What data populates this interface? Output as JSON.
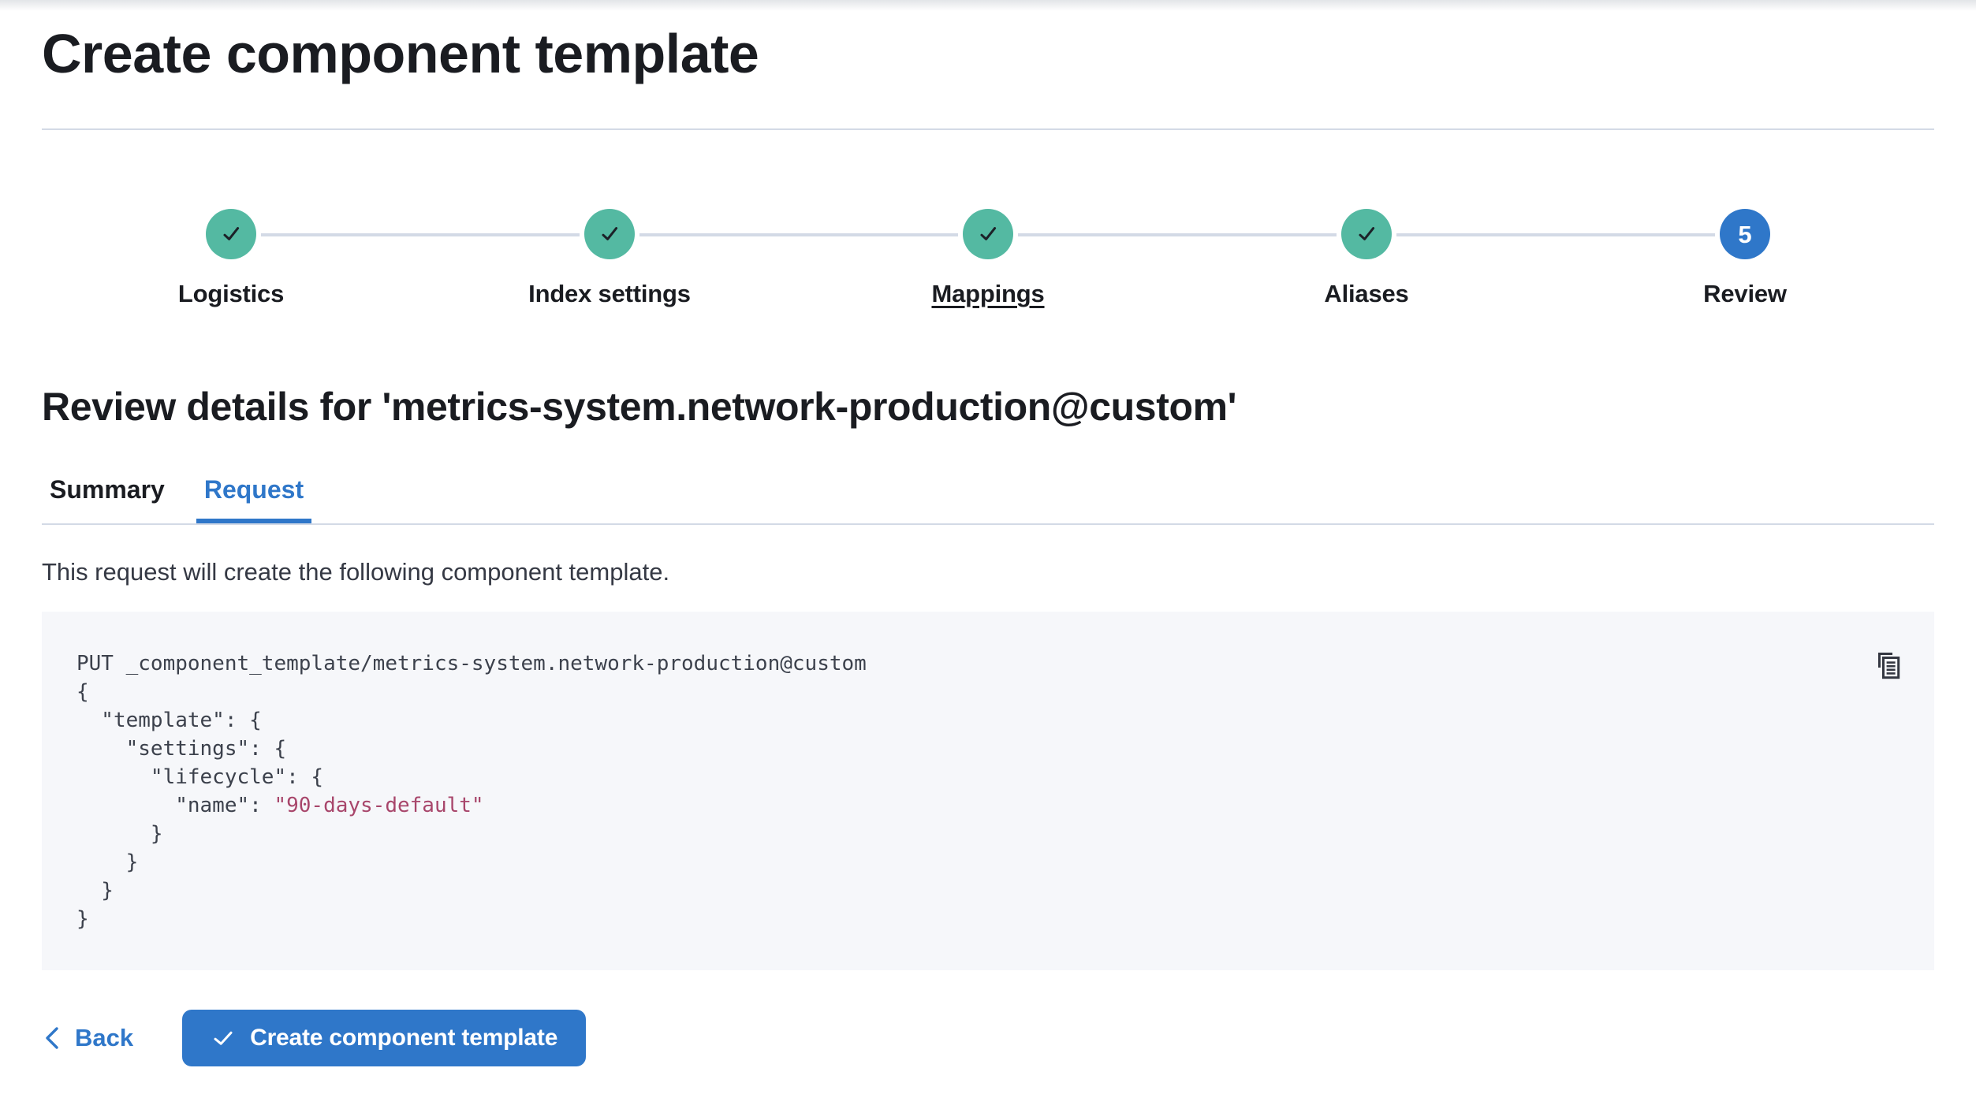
{
  "page": {
    "title": "Create component template"
  },
  "stepper": {
    "steps": [
      {
        "label": "Logistics",
        "status": "complete"
      },
      {
        "label": "Index settings",
        "status": "complete"
      },
      {
        "label": "Mappings",
        "status": "complete",
        "hovered": true
      },
      {
        "label": "Aliases",
        "status": "complete"
      },
      {
        "label": "Review",
        "status": "current",
        "number": "5"
      }
    ]
  },
  "review": {
    "heading": "Review details for 'metrics-system.network-production@custom'",
    "tabs": [
      {
        "label": "Summary",
        "selected": false
      },
      {
        "label": "Request",
        "selected": true
      }
    ],
    "description": "This request will create the following component template."
  },
  "code_block": {
    "copy_icon": "copy-clipboard-icon",
    "lines": [
      [
        {
          "t": "PUT _component_template/metrics-system.network-production@custom"
        }
      ],
      [
        {
          "t": "{"
        }
      ],
      [
        {
          "t": "  \"template\": {"
        }
      ],
      [
        {
          "t": "    \"settings\": {"
        }
      ],
      [
        {
          "t": "      \"lifecycle\": {"
        }
      ],
      [
        {
          "t": "        \"name\": "
        },
        {
          "t": "\"90-days-default\"",
          "type": "string"
        }
      ],
      [
        {
          "t": "      }"
        }
      ],
      [
        {
          "t": "    }"
        }
      ],
      [
        {
          "t": "  }"
        }
      ],
      [
        {
          "t": "}"
        }
      ]
    ]
  },
  "footer": {
    "back_label": "Back",
    "submit_label": "Create component template"
  },
  "colors": {
    "primary": "#2f77c9",
    "success": "#54b9a2",
    "check": "#1c2128",
    "connector": "#d3dae6",
    "divider": "#d3dae6",
    "heading": "#1a1c21",
    "text": "#353944",
    "code_bg": "#f6f7fa",
    "code_text": "#3c414c",
    "code_string": "#a8466b"
  }
}
